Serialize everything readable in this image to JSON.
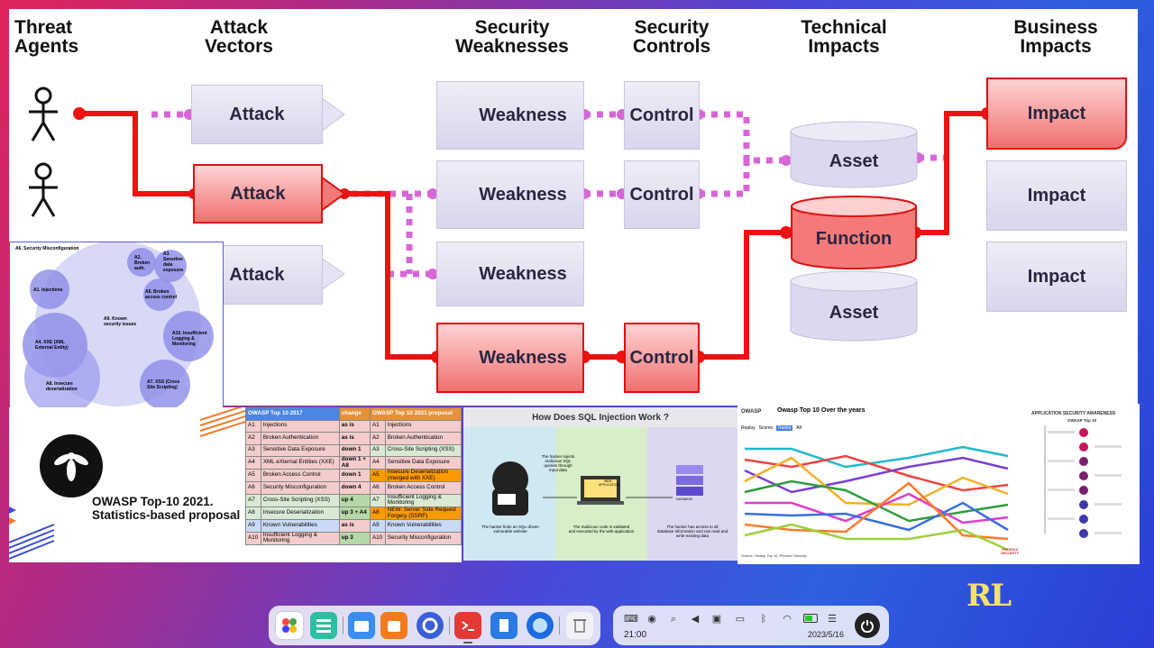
{
  "diagram": {
    "headers": [
      "Threat\nAgents",
      "Attack\nVectors",
      "Security\nWeaknesses",
      "Security\nControls",
      "Technical\nImpacts",
      "Business\nImpacts"
    ],
    "attack": [
      "Attack",
      "Attack",
      "Attack"
    ],
    "weakness": [
      "Weakness",
      "Weakness",
      "Weakness",
      "Weakness"
    ],
    "control": [
      "Control",
      "Control",
      "Control"
    ],
    "asset_top": "Asset",
    "function": "Function",
    "asset_bottom": "Asset",
    "impact": [
      "Impact",
      "Impact",
      "Impact"
    ],
    "colors": {
      "path": "#ee1111",
      "dots": "#d865d8",
      "red_fill": "#f47a7a",
      "lavender": "#e3e0f2"
    }
  },
  "venn": {
    "title": "A6. Security Misconfiguration",
    "labels": [
      "A2.\nBroken\nauth.",
      "A3.\nSensitive\ndata\nexposure",
      "A1. Injections",
      "A5. Broken\naccess control",
      "A9. Known\nsecurity issues",
      "A10. Insufficient\nLogging &\nMonitoring",
      "A4. XXE (XML\nExternal Entity)",
      "A8. Insecure\ndeserialization",
      "A7. XSS (Cross\nSite Scripting)"
    ]
  },
  "owasp_card": {
    "title": "OWASP Top-10 2021.\nStatistics-based proposal",
    "logo": "wasp-icon"
  },
  "table": {
    "headers": [
      "OWASP Top 10 2017",
      "change",
      "OWASP Top 10 2021 proposal"
    ],
    "rows": [
      [
        "A1",
        "Injections",
        "as is",
        "A1",
        "Injections"
      ],
      [
        "A2",
        "Broken Authentication",
        "as is",
        "A2",
        "Broken Authentication"
      ],
      [
        "A3",
        "Sensitive Data Exposure",
        "down 1",
        "A3",
        "Cross-Site Scripting (XSS)"
      ],
      [
        "A4",
        "XML eXternal Entities (XXE)",
        "down 1 +\nA8",
        "A4",
        "Sensitive Data Exposure"
      ],
      [
        "A5",
        "Broken Access Control",
        "down 1",
        "A5",
        "Insecure Deserialization\n(merged with XXE)"
      ],
      [
        "A6",
        "Security Misconfiguration",
        "down 4",
        "A6",
        "Broken Access Control"
      ],
      [
        "A7",
        "Cross-Site Scripting (XSS)",
        "up 4",
        "A7",
        "Insufficient Logging &\nMonitoring"
      ],
      [
        "A8",
        "Insecure Deserialization",
        "up 3 + A4",
        "A8",
        "NEW: Server Side Request\nForgery (SSRF)"
      ],
      [
        "A9",
        "Known Vulnerabilities",
        "as is",
        "A9",
        "Known Vulnerabilities"
      ],
      [
        "A10",
        "Insufficient Logging &\nMonitoring",
        "up 3",
        "A10",
        "Security Misconfiguration"
      ]
    ]
  },
  "sqli": {
    "title": "How Does SQL Injection Work ?",
    "step1": "The hacker finds an SQL-driven\nvulnerable website",
    "step2": "The hacker injects\nmalicious SQL\nqueries through\ninput data",
    "step3": "The malicious code is validated\nand executed by the web application",
    "step4": "The hacker has access to all\ndatabase information and can read and\nwrite existing data",
    "webapp": "WEB\nAPPLICATION",
    "db": "DATABASE"
  },
  "bump": {
    "brand": "OWASP",
    "title": "Owasp Top 10 Over the years",
    "controls": [
      "Replay",
      "Scores",
      "Ranks",
      "All"
    ],
    "source": "Source: Owasp Top 10, Phoenix Security",
    "brand2": "PHOENIX\nSECURITY"
  },
  "appsec": {
    "title": "APPLICATION SECURITY AWARENESS",
    "subtitle": "OWASP Top 10"
  },
  "watermark": "RL",
  "dock_icons": [
    "launcher-icon",
    "file-manager-icon",
    "app-store-icon",
    "shopping-bag-icon",
    "settings-icon",
    "terminal-icon",
    "text-editor-icon",
    "browser-icon",
    "trash-icon"
  ],
  "tray": {
    "time": "21:00",
    "date": "2023/5/16",
    "icons": [
      "keyboard-icon",
      "screenshot-icon",
      "search-icon",
      "volume-icon",
      "image-icon",
      "chat-icon",
      "bluetooth-icon",
      "wifi-icon",
      "battery-icon",
      "toggle-icon"
    ],
    "power": "power-icon"
  }
}
